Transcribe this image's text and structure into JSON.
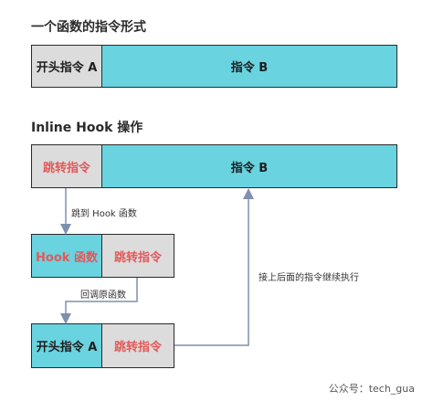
{
  "section1": {
    "title": "一个函数的指令形式",
    "box_a": "开头指令 A",
    "box_b": "指令 B"
  },
  "section2": {
    "title": "Inline Hook 操作",
    "jump_box": "跳转指令",
    "box_b": "指令 B",
    "jump_to_hook_label": "跳到 Hook 函数",
    "hook_func_box": "Hook 函数",
    "hook_jump_box": "跳转指令",
    "call_original_label": "回调原函数",
    "orig_a_box": "开头指令 A",
    "orig_jump_box": "跳转指令",
    "continue_label": "接上后面的指令继续执行"
  },
  "watermark": "公众号：tech_gua",
  "colors": {
    "gray_box": "#dcdcdc",
    "cyan_box": "#69d3e0",
    "red_text": "#e25a5a",
    "arrow": "#7f8fb0"
  }
}
